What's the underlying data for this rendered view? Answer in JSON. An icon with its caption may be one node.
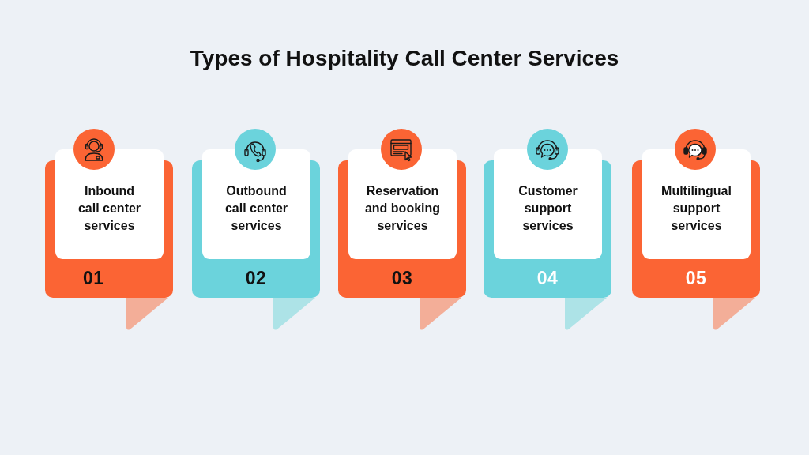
{
  "diagram": {
    "title": "Types of Hospitality Call Center Services",
    "nodes": [
      {
        "text": [
          "01"
        ]
      },
      {
        "text": [
          "Inbound call center services"
        ],
        "in": 0
      },
      {
        "text": [
          "02"
        ]
      },
      {
        "text": [
          "Outbound call center services"
        ],
        "in": 2
      },
      {
        "text": [
          "03"
        ]
      },
      {
        "text": [
          "Reservation and booking services"
        ],
        "in": 4
      },
      {
        "text": [
          "04"
        ]
      },
      {
        "text": [
          "Customer support services"
        ],
        "in": 6
      },
      {
        "text": [
          "05"
        ]
      },
      {
        "text": [
          "Multilingual support services"
        ],
        "in": 8
      }
    ]
  }
}
